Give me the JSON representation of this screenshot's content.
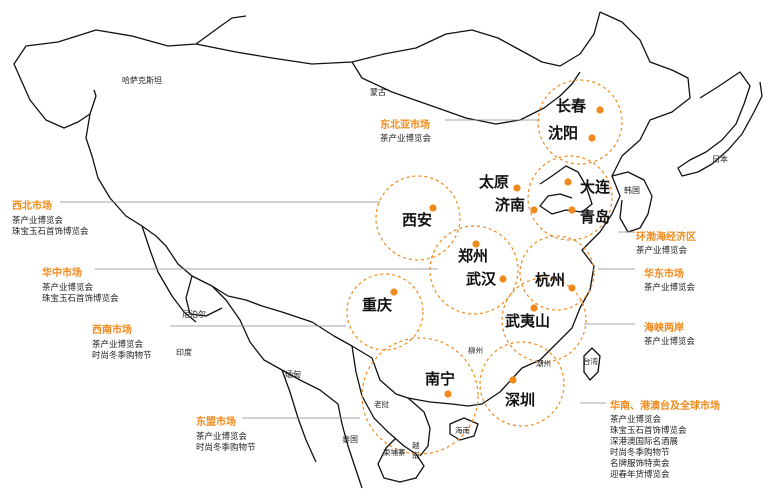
{
  "colors": {
    "accent": "#f08a1c",
    "border": "#111111",
    "leader": "#888888"
  },
  "countries": {
    "kazakhstan": "哈萨克斯坦",
    "mongolia": "蒙古",
    "japan": "日本",
    "korea": "韩国",
    "nepal": "尼泊尔",
    "india": "印度",
    "myanmar": "缅甸",
    "thailand": "泰国",
    "laos": "老挝",
    "vietnam": "越南",
    "cambodia": "柬埔寨"
  },
  "places": {
    "taiwan": "台湾",
    "hainan": "海南",
    "chaozhou": "潮州",
    "liuzhou": "柳州"
  },
  "cities": {
    "changchun": "长春",
    "shenyang": "沈阳",
    "taiyuan": "太原",
    "dalian": "大连",
    "jinan": "济南",
    "qingdao": "青岛",
    "xian": "西安",
    "zhengzhou": "郑州",
    "wuhan": "武汉",
    "hangzhou": "杭州",
    "chongqing": "重庆",
    "wuyishan": "武夷山",
    "nanning": "南宁",
    "shenzhen": "深圳"
  },
  "markets": {
    "northeast": {
      "title": "东北亚市场",
      "items": [
        "茶产业博览会"
      ]
    },
    "northwest": {
      "title": "西北市场",
      "items": [
        "茶产业博览会",
        "珠宝玉石首饰博览会"
      ]
    },
    "central": {
      "title": "华中市场",
      "items": [
        "茶产业博览会",
        "珠宝玉石首饰博览会"
      ]
    },
    "southwest": {
      "title": "西南市场",
      "items": [
        "茶产业博览会",
        "时尚冬季购物节"
      ]
    },
    "asean": {
      "title": "东盟市场",
      "items": [
        "茶产业博览会",
        "时尚冬季购物节"
      ]
    },
    "bohai": {
      "title": "环渤海经济区",
      "items": [
        "茶产业博览会"
      ]
    },
    "east": {
      "title": "华东市场",
      "items": [
        "茶产业博览会"
      ]
    },
    "strait": {
      "title": "海峡两岸",
      "items": [
        "茶产业博览会"
      ]
    },
    "south": {
      "title": "华南、港澳台及全球市场",
      "items": [
        "茶产业博览会",
        "珠宝玉石首饰博览会",
        "深港澳国际名酒展",
        "时尚冬季购物节",
        "名牌服饰特卖会",
        "迎春年货博览会"
      ]
    }
  }
}
